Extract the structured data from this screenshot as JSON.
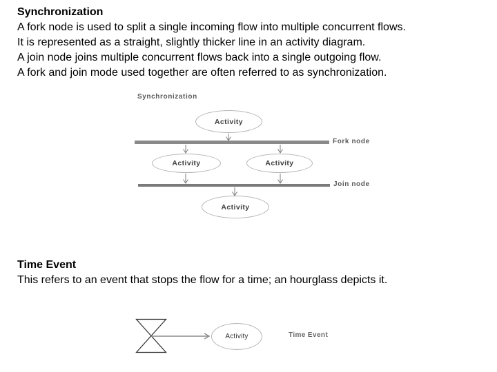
{
  "intro": {
    "heading": "Synchronization",
    "lines": [
      "A fork node is used to split a single incoming flow into multiple concurrent flows.",
      "It is represented as a straight, slightly thicker line in an activity diagram.",
      "A join node joins multiple concurrent flows back into a single outgoing flow.",
      "A fork and join mode used together are often referred to as synchronization."
    ]
  },
  "sync_diagram": {
    "title": "Synchronization",
    "fork_label": "Fork node",
    "join_label": "Join node",
    "nodes": {
      "top": "Activity",
      "left": "Activity",
      "right": "Activity",
      "bottom": "Activity"
    }
  },
  "time_event": {
    "heading": "Time Event",
    "line": "This refers to an event that stops the flow for a time; an hourglass depicts it.",
    "diagram": {
      "activity": "Activity",
      "label": "Time Event",
      "icon": "hourglass"
    }
  },
  "colors": {
    "body_text": "#000000",
    "diagram_text": "#595959",
    "fork_bar": "#8a8a8a",
    "join_bar": "#7a7a7a",
    "arrow": "#7d7d7d",
    "node_border": "#b3b3b3",
    "hourglass": "#2e2e2e"
  }
}
